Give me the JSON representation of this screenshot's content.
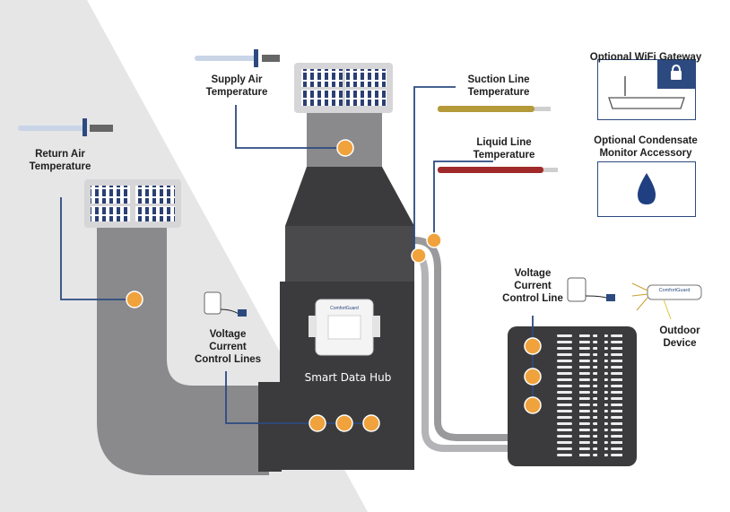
{
  "labels": {
    "supply_air": [
      "Supply Air",
      "Temperature"
    ],
    "return_air": [
      "Return Air",
      "Temperature"
    ],
    "suction_line": [
      "Suction Line",
      "Temperature"
    ],
    "liquid_line": [
      "Liquid Line",
      "Temperature"
    ],
    "wifi_gateway": "Optional WiFi Gateway",
    "condensate_monitor": [
      "Optional Condensate",
      "Monitor Accessory"
    ],
    "indoor_voltage": [
      "Voltage",
      "Current",
      "Control Lines"
    ],
    "outdoor_voltage": [
      "Voltage",
      "Current",
      "Control Line"
    ],
    "outdoor_device": [
      "Outdoor",
      "Device"
    ],
    "hub": "Smart Data Hub"
  },
  "device_tags": {
    "hub_brand": "ComfortGuard",
    "outdoor_brand": "ComfortGuard"
  },
  "colors": {
    "sensor_dot": "#f0a23c",
    "leader_line": "#2c4a80",
    "dark_unit": "#3b3b3d",
    "duct_gray": "#8a8a8d",
    "suction_pipe": "#b59a3a",
    "liquid_pipe": "#a02a2a",
    "background_panel": "#e6e6e7"
  }
}
